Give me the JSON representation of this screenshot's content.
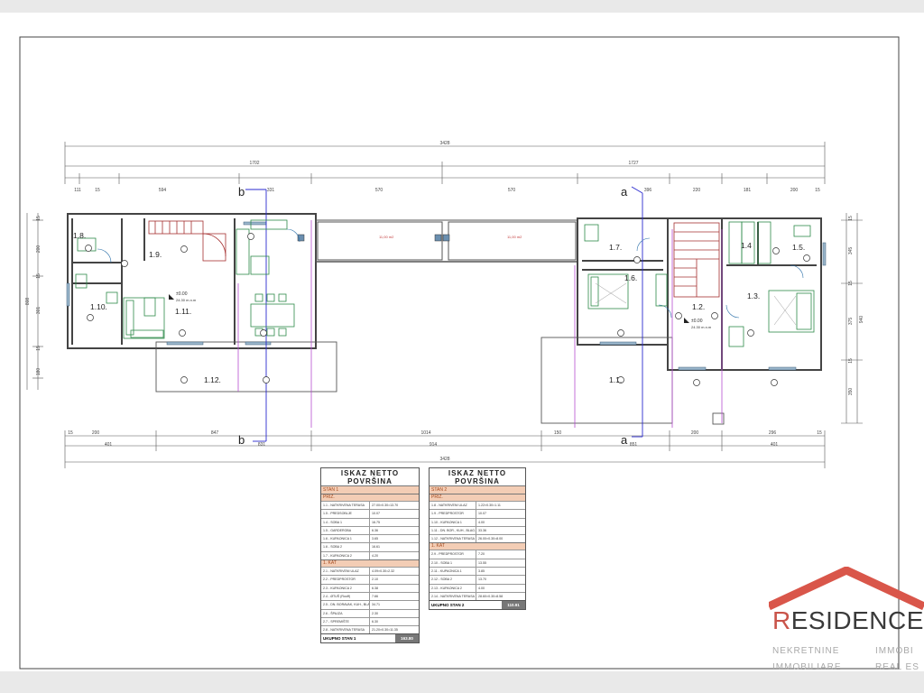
{
  "dimensions": {
    "overall_top": "3428",
    "overall_bottom": "3428",
    "top_row_1": [
      "1702",
      "1727"
    ],
    "top_row_2": [
      "111",
      "15",
      "594",
      "331",
      "570",
      "570",
      "396",
      "220",
      "181",
      "200",
      "15"
    ],
    "bottom_row_1": [
      "15",
      "200",
      "847",
      "1014",
      "150",
      "200",
      "296",
      "15"
    ],
    "bottom_row_2": [
      "401",
      "831",
      "914",
      "851",
      "401"
    ],
    "left": [
      "15",
      "200",
      "15",
      "301",
      "15",
      "180",
      "808"
    ],
    "right": [
      "15",
      "345",
      "15",
      "375",
      "15",
      "350",
      "940"
    ]
  },
  "section_marks": {
    "a": "a",
    "b": "b"
  },
  "rooms": [
    "1.8.",
    "1.9.",
    "1.10.",
    "1.11.",
    "1.12.",
    "1.7.",
    "1.6.",
    "1.2.",
    "1.1.",
    "1.4",
    "1.5.",
    "1.3."
  ],
  "misc_labels": {
    "terrace_left": "11,00 m2",
    "terrace_right": "11,00 m2",
    "level_left": "±0.00",
    "level_left_sub": "24.30 m.n.m",
    "level_right": "±0.00",
    "level_right_sub": "24.30 m.n.m"
  },
  "table1": {
    "title": "ISKAZ NETTO POVRŠINA",
    "stan": "STAN 1",
    "sections": [
      {
        "name": "PRIZ.",
        "rows": [
          [
            "1.1 - NATKRIVENA TERASA",
            "27.00×0.30=13.70"
          ],
          [
            "1.5 - PREDSOBLJE",
            "10.07"
          ],
          [
            "1.4 - SOBA 1",
            "16.75"
          ],
          [
            "1.5 - GARDEROBA",
            "6.36"
          ],
          [
            "1.6 - KUPAONICA 1",
            "3.65"
          ],
          [
            "1.6 - SOBA 2",
            "16.61"
          ],
          [
            "1.7 - KUPAONICA 2",
            "4.20"
          ]
        ]
      },
      {
        "name": "1. KAT",
        "rows": [
          [
            "2.1 - NATKRIVENI ULAZ",
            "4.09×0.30=2.32"
          ],
          [
            "2.2 - PREDPROSTOR",
            "2.10"
          ],
          [
            "2.3 - KUPAONICA 2",
            "6.38"
          ],
          [
            "2.4 - ØTUŠ (Rooff)",
            "7.66"
          ],
          [
            "2.5 - DN. BORAVAK, KUH., BLAG.",
            "34.71"
          ],
          [
            "2.6 - ŠPAJZA",
            "2.30"
          ],
          [
            "2.7 - SPREMIŠTE",
            "6.30"
          ],
          [
            "2.8 - NATKRIVENA TERASA",
            "21.20×0.30=11.35"
          ]
        ]
      }
    ],
    "total_label": "UKUPNO STAN 1",
    "total_value": "163.80"
  },
  "table2": {
    "title": "ISKAZ NETTO POVRŠINA",
    "stan": "STAN 2",
    "sections": [
      {
        "name": "PRIZ.",
        "rows": [
          [
            "1.8 - NATKRIVENI ULAZ",
            "1.22×0.30=1.11"
          ],
          [
            "1.9 - PREDPROSTOR",
            "10.07"
          ],
          [
            "1.10 - KUPAONICA 1",
            "4.00"
          ],
          [
            "1.11 - DN. BOR., KUH., BLAG.",
            "33.36"
          ],
          [
            "1.12 - NATKRIVENA TERASA",
            "26.00×0.30=8.00"
          ]
        ]
      },
      {
        "name": "1. KAT",
        "rows": [
          [
            "2.9 - PREDPROSTOR",
            "7.20"
          ],
          [
            "2.10 - SOBA 1",
            "13.55"
          ],
          [
            "2.11 - KUPAONICA 1",
            "3.85"
          ],
          [
            "2.12 - SOBA 2",
            "13.70"
          ],
          [
            "2.13 - KUPAONICA 2",
            "4.00"
          ],
          [
            "2.14 - NATKRIVENA TERASA",
            "28.60×0.30=8.58"
          ]
        ]
      }
    ],
    "total_label": "UKUPNO STAN 2",
    "total_value": "110.91"
  },
  "logo": {
    "name_r": "R",
    "name_rest": "ESIDENCE",
    "line1_left": "NEKRETNINE",
    "line1_right": "IMMOBI",
    "line2_left": "IMMOBILIARE",
    "line2_right": "REAL ES",
    "colors": {
      "roof": "#d9564a",
      "text": "#3a3a3a",
      "sub": "#a9a9a9"
    }
  }
}
